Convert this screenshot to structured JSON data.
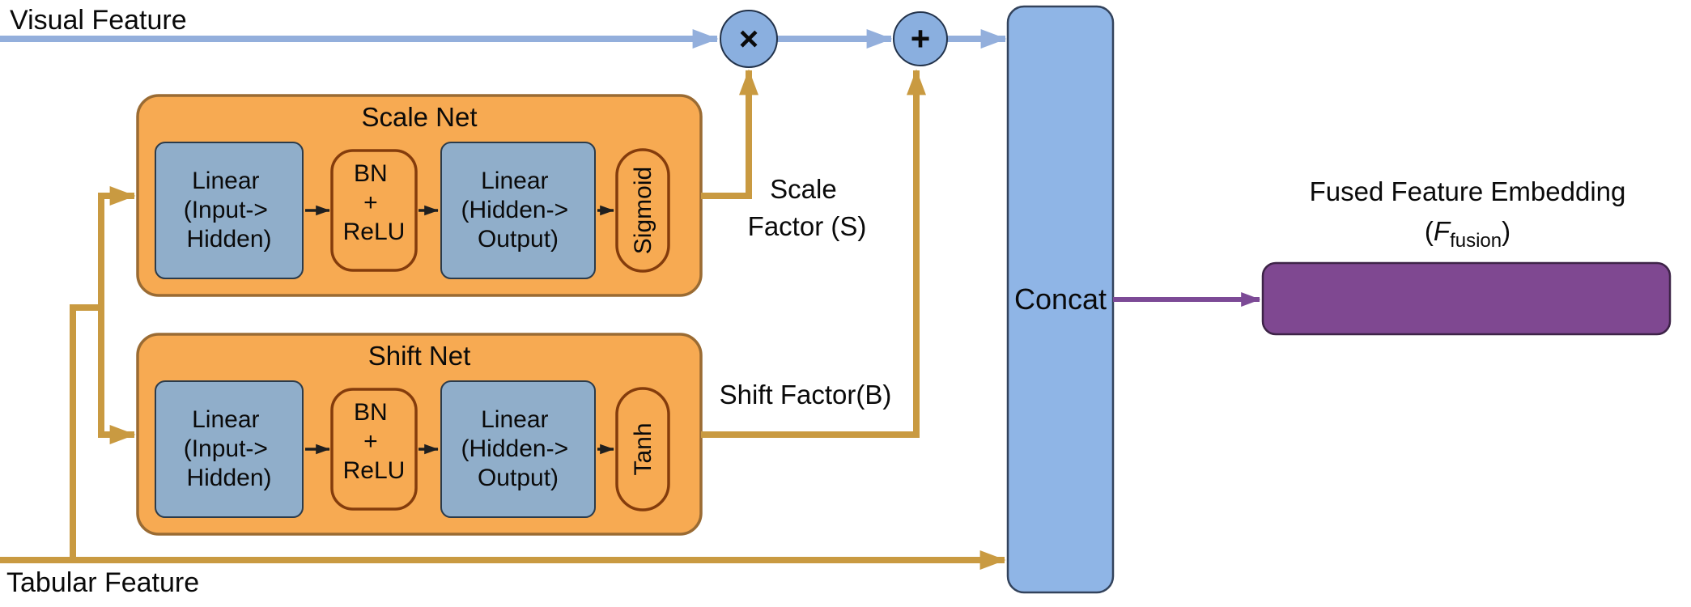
{
  "diagram": {
    "inputs": {
      "visual_feature_label": "Visual Feature",
      "tabular_feature_label": "Tabular Feature"
    },
    "scale_net": {
      "title": "Scale Net",
      "linear_input_lines": [
        "Linear",
        "(Input->",
        "Hidden)"
      ],
      "bn_relu_lines": [
        "BN",
        "+",
        "ReLU"
      ],
      "linear_output_lines": [
        "Linear",
        "(Hidden->",
        "Output)"
      ],
      "activation_label": "Sigmoid",
      "output_label_lines": [
        "Scale",
        "Factor (S)"
      ]
    },
    "shift_net": {
      "title": "Shift Net",
      "linear_input_lines": [
        "Linear",
        "(Input->",
        "Hidden)"
      ],
      "bn_relu_lines": [
        "BN",
        "+",
        "ReLU"
      ],
      "linear_output_lines": [
        "Linear",
        "(Hidden->",
        "Output)"
      ],
      "activation_label": "Tanh",
      "output_label": "Shift Factor(B)"
    },
    "operators": {
      "multiply_symbol": "×",
      "add_symbol": "+"
    },
    "concat_label": "Concat",
    "output": {
      "title": "Fused Feature Embedding",
      "formula_open": "(",
      "formula_var": "F",
      "formula_subscript": "fusion",
      "formula_close": ")"
    },
    "colors": {
      "visual_stream_blue": "#93AFDC",
      "tabular_stream_gold": "#C99A41",
      "node_blue_fill": "#90AECA",
      "net_orange_fill": "#F7AA52",
      "net_orange_border": "#9A6B33",
      "activation_border": "#843C0C",
      "operator_circle_fill": "#8AAFDF",
      "concat_fill": "#8FB5E6",
      "fused_purple_fill": "#7F4891",
      "purple_arrow": "#7C4A96"
    }
  }
}
